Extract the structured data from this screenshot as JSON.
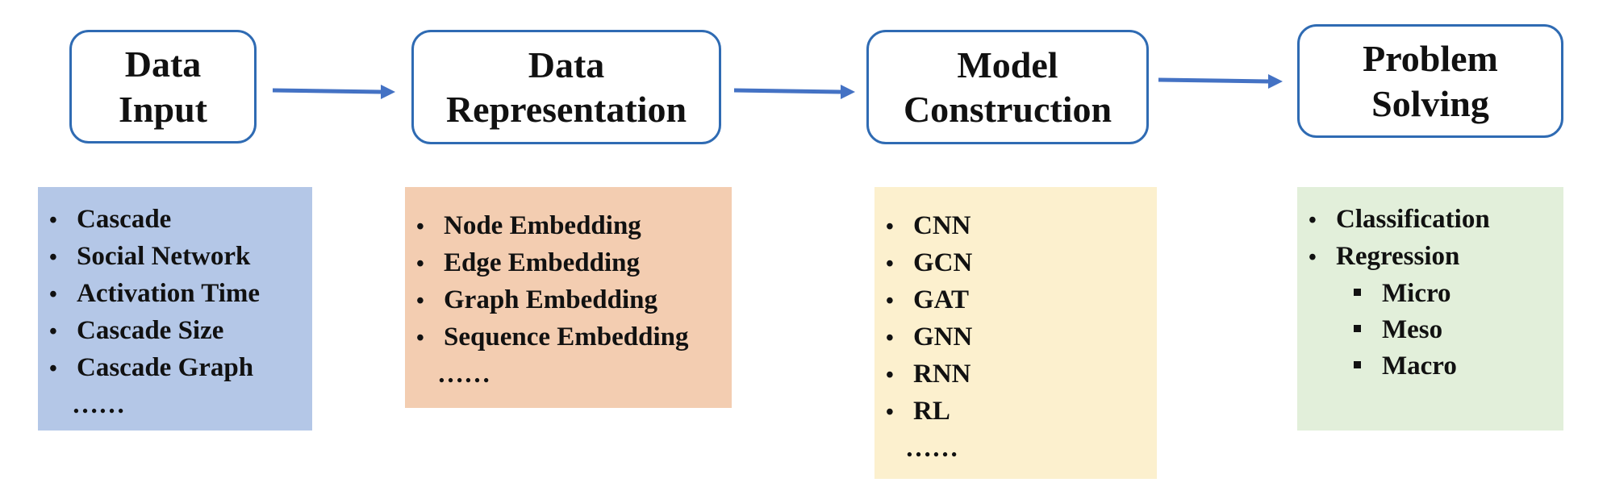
{
  "steps": [
    {
      "title": "Data\nInput"
    },
    {
      "title": "Data\nRepresentation"
    },
    {
      "title": "Model\nConstruction"
    },
    {
      "title": "Problem\nSolving"
    }
  ],
  "details": [
    {
      "items": [
        "Cascade",
        "Social Network",
        "Activation Time",
        "Cascade Size",
        "Cascade Graph"
      ],
      "ellipsis": "……"
    },
    {
      "items": [
        "Node Embedding",
        "Edge Embedding",
        "Graph Embedding",
        "Sequence Embedding"
      ],
      "ellipsis": "……"
    },
    {
      "items": [
        "CNN",
        "GCN",
        "GAT",
        "GNN",
        "RNN",
        "RL"
      ],
      "ellipsis": "……"
    },
    {
      "items": [
        "Classification",
        "Regression"
      ],
      "subitems": [
        "Micro",
        "Meso",
        "Macro"
      ]
    }
  ],
  "bullet_glyph": "•",
  "colors": {
    "box_border": "#2f6bb3",
    "arrow": "#4472c4",
    "input_fill": "#b4c7e7",
    "representation_fill": "#f3cdb1",
    "model_fill": "#fcf0ce",
    "solving_fill": "#e2efda"
  }
}
